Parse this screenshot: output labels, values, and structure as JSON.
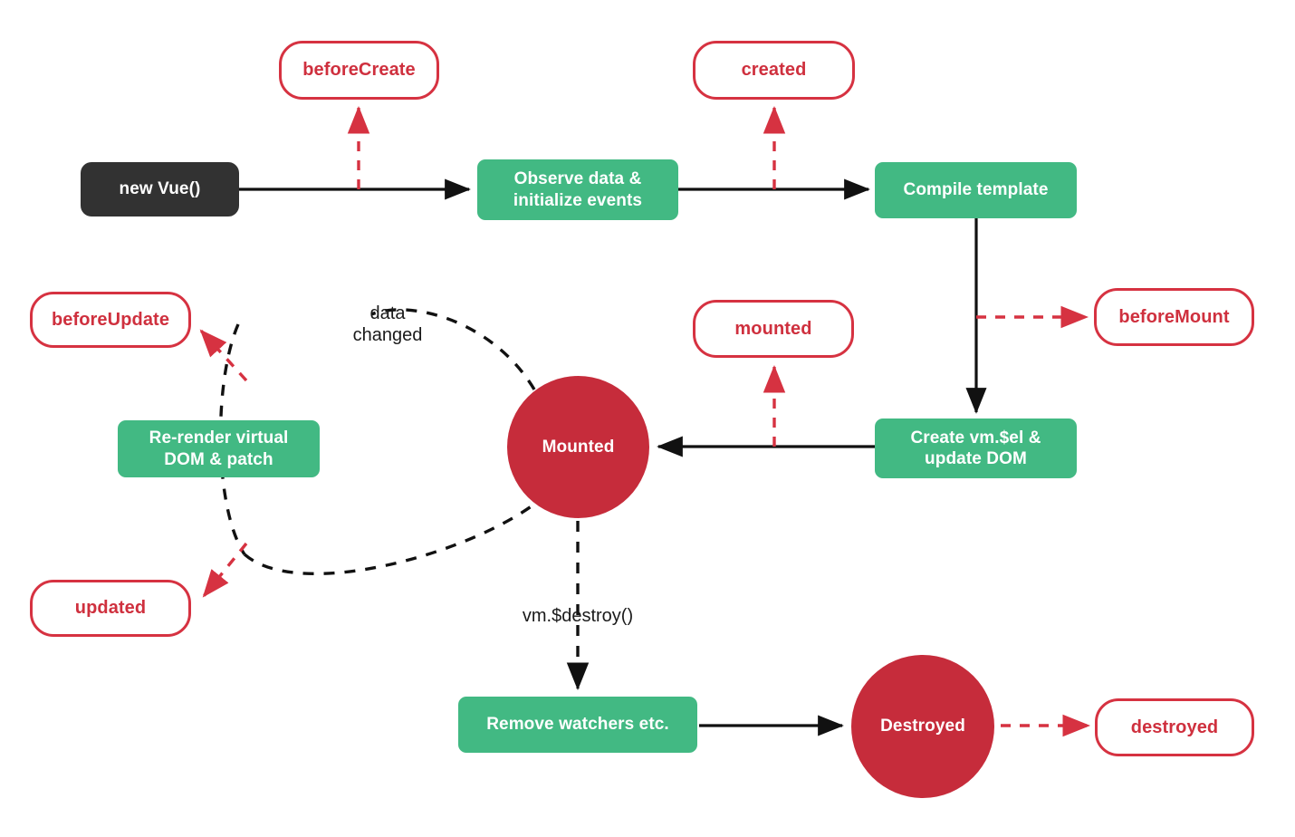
{
  "diagram": {
    "title": "Vue Instance Lifecycle",
    "colors": {
      "green": "#42b983",
      "red": "#c62c3b",
      "hook_border": "#d63241",
      "hook_text": "#cf303e",
      "dark": "#323232",
      "background": "#ffffff",
      "edge_black": "#111111"
    }
  },
  "nodes": {
    "new_vue": {
      "label": "new Vue()",
      "kind": "dark-box"
    },
    "observe_data": {
      "label": "Observe data &\ninitialize events",
      "kind": "green-box"
    },
    "compile_template": {
      "label": "Compile template",
      "kind": "green-box"
    },
    "create_el": {
      "label": "Create vm.$el &\nupdate DOM",
      "kind": "green-box"
    },
    "rerender": {
      "label": "Re-render virtual\nDOM & patch",
      "kind": "green-box"
    },
    "remove_watchers": {
      "label": "Remove watchers etc.",
      "kind": "green-box"
    },
    "mounted_state": {
      "label": "Mounted",
      "kind": "state-circle"
    },
    "destroyed_state": {
      "label": "Destroyed",
      "kind": "state-circle"
    }
  },
  "hooks": {
    "before_create": {
      "label": "beforeCreate"
    },
    "created": {
      "label": "created"
    },
    "before_mount": {
      "label": "beforeMount"
    },
    "mounted": {
      "label": "mounted"
    },
    "before_update": {
      "label": "beforeUpdate"
    },
    "updated": {
      "label": "updated"
    },
    "destroyed": {
      "label": "destroyed"
    }
  },
  "edge_labels": {
    "data_changed": "data\nchanged",
    "vm_destroy": "vm.$destroy()"
  }
}
